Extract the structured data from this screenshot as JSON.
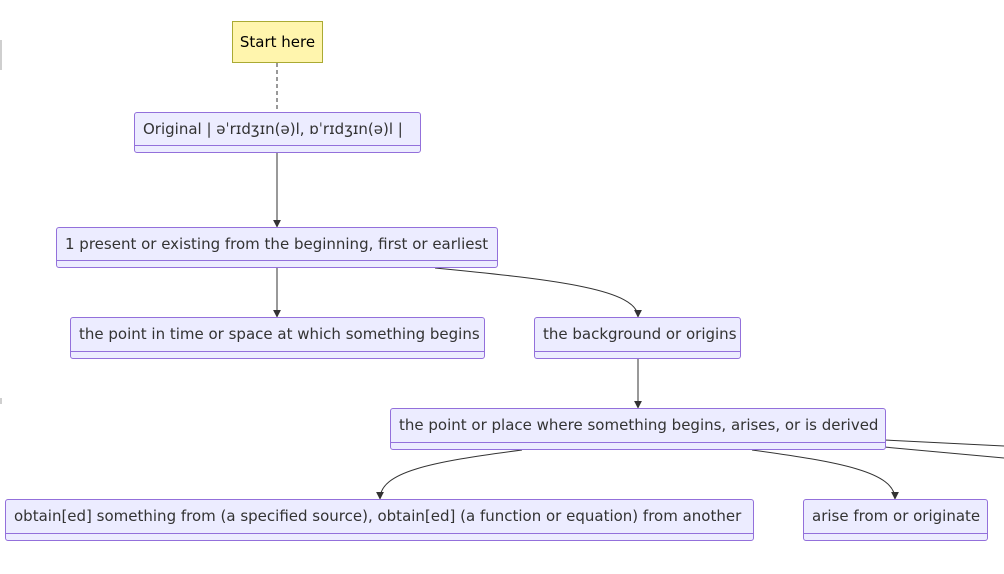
{
  "diagram": {
    "note": "Start here",
    "nodes": {
      "original": "Original  |  əˈrɪdʒɪn(ə)l, ɒˈrɪdʒɪn(ə)l  |",
      "present": "1 present or existing from the beginning, first or earliest",
      "point_time": "the point in time or space at which something begins",
      "background": "the background or origins",
      "point_place": "the point or place where something begins, arises, or is derived",
      "obtain": "obtain[ed] something from (a specified source), obtain[ed] (a function or equation) from another",
      "arise": "arise from or originate"
    }
  },
  "colors": {
    "node_fill": "#ECECFF",
    "node_stroke": "#9370DB",
    "note_fill": "#fff5ad",
    "note_stroke": "#aaaa33",
    "edge": "#333333"
  }
}
